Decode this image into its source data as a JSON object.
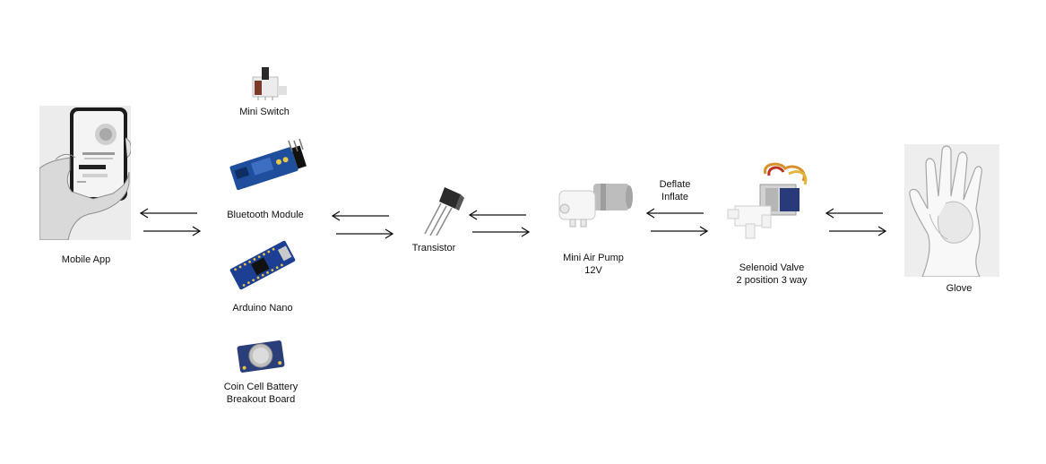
{
  "components": {
    "mobile_app": {
      "label": "Mobile App"
    },
    "mini_switch": {
      "label": "Mini Switch"
    },
    "bluetooth_module": {
      "label": "Bluetooth Module"
    },
    "arduino_nano": {
      "label": "Arduino Nano"
    },
    "coin_cell": {
      "label_line1": "Coin Cell Battery",
      "label_line2": "Breakout Board"
    },
    "transistor": {
      "label": "Transistor"
    },
    "air_pump": {
      "label_line1": "Mini Air Pump",
      "label_line2": "12V"
    },
    "solenoid_valve": {
      "label_line1": "Selenoid Valve",
      "label_line2": "2 position 3 way"
    },
    "glove": {
      "label": "Glove"
    }
  },
  "flow_labels": {
    "deflate": "Deflate",
    "inflate": "Inflate"
  }
}
